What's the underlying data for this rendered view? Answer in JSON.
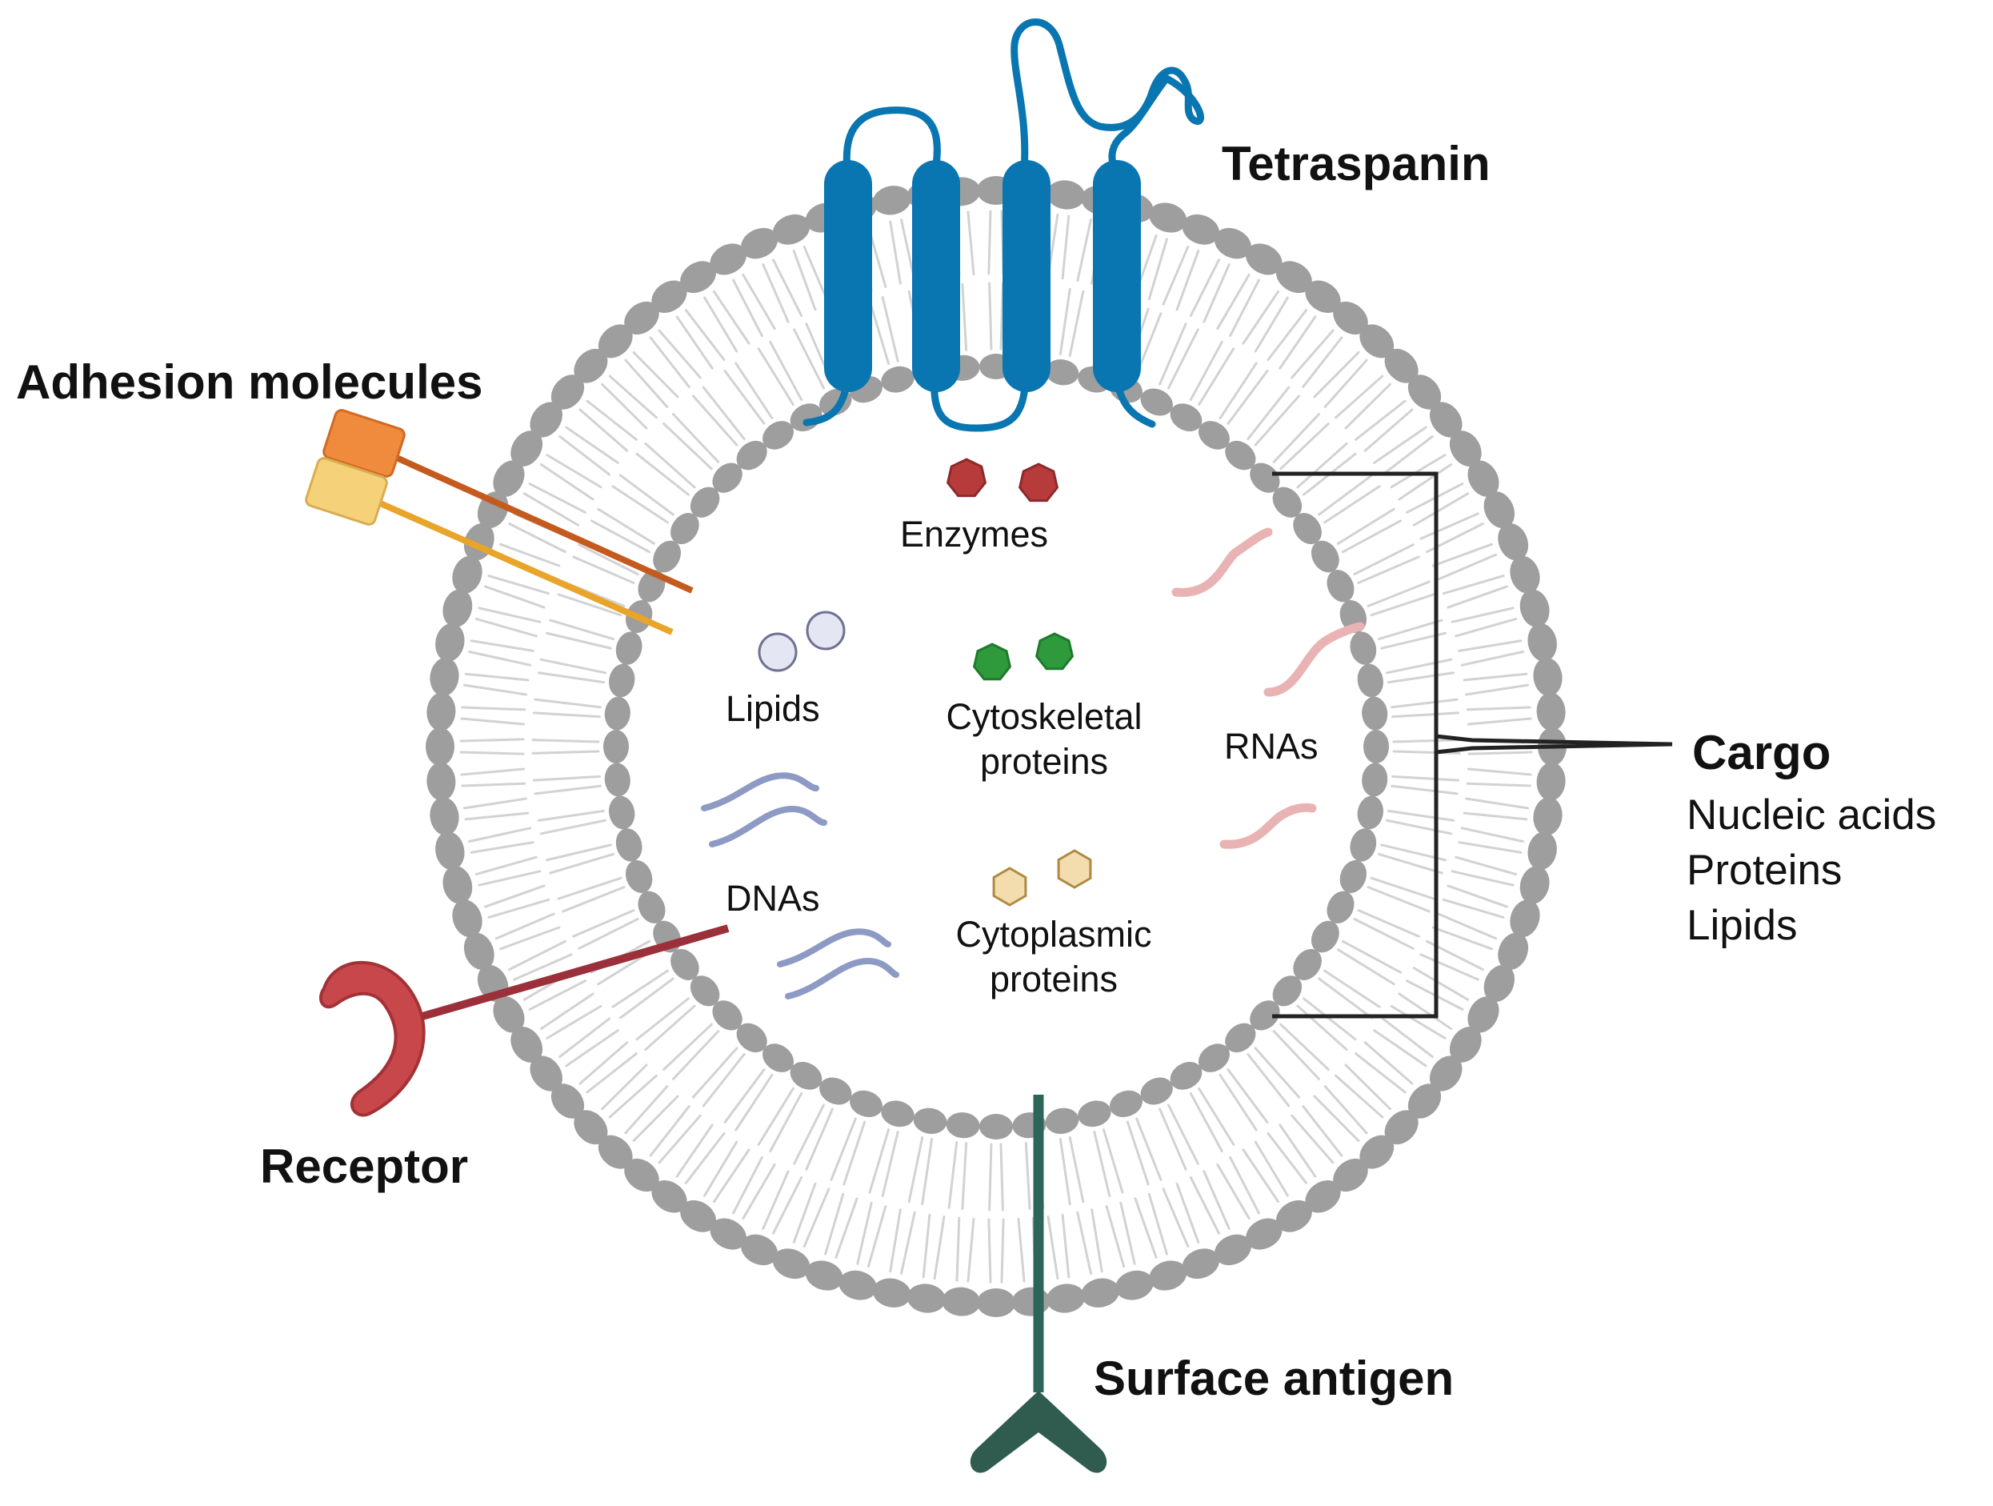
{
  "labels": {
    "tetraspanin": "Tetraspanin",
    "adhesion_molecules": "Adhesion molecules",
    "receptor": "Receptor",
    "surface_antigen": "Surface antigen",
    "cargo": "Cargo",
    "cargo_items": [
      "Nucleic acids",
      "Proteins",
      "Lipids"
    ],
    "enzymes": "Enzymes",
    "lipids": "Lipids",
    "cytoskeletal": [
      "Cytoskeletal",
      "proteins"
    ],
    "rnas": "RNAs",
    "dnas": "DNAs",
    "cytoplasmic": [
      "Cytoplasmic",
      "proteins"
    ]
  },
  "colors": {
    "membrane_head": "#9e9e9e",
    "membrane_tail": "#d2d2d2",
    "tetraspanin": "#0a76b1",
    "adhesion_orange": "#f08a3c",
    "adhesion_yellow": "#f5d27a",
    "adhesion_line_1": "#c55a1e",
    "adhesion_line_2": "#e9a42a",
    "receptor": "#c8474b",
    "receptor_stalk": "#9b2f3a",
    "antigen": "#2f5c4f",
    "antigen_stalk": "#2c6659",
    "enzyme": "#b83b3b",
    "cytoskeletal": "#2e9a3c",
    "cytoplasmic": "#f3dcae",
    "lipid": "#e4e6f3",
    "rna": "#e9b3b3",
    "dna": "#8c9ac4",
    "bracket": "#222222"
  },
  "icons": [
    "lipid-bilayer",
    "tetraspanin-protein-icon",
    "adhesion-molecule-icon",
    "receptor-icon",
    "surface-antigen-icon",
    "enzyme-icon",
    "lipid-icon",
    "cytoskeletal-protein-icon",
    "rna-icon",
    "dna-icon",
    "cytoplasmic-protein-icon",
    "cargo-bracket"
  ]
}
